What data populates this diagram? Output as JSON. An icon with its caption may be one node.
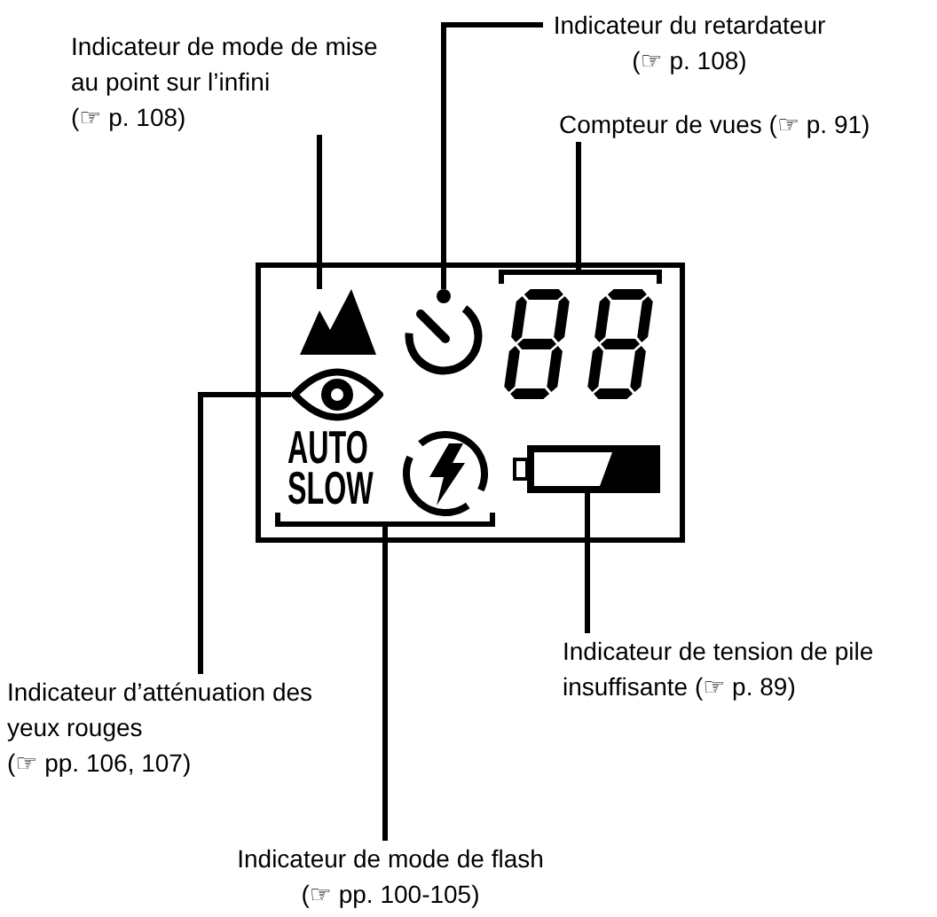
{
  "diagram": {
    "nodes": [
      {
        "text": [
          "Indicateur de mode de mise au point sur l’infini",
          "(☞ p. 108)"
        ]
      },
      {
        "text": [
          "Indicateur du retardateur",
          "(☞ p. 108)"
        ]
      },
      {
        "text": [
          "Compteur de vues (☞ p. 91)"
        ]
      },
      {
        "text": [
          "Indicateur d’atténuation des yeux rouges",
          "(☞ pp. 106, 107)"
        ]
      },
      {
        "text": [
          "Indicateur de tension de pile insuffisante (☞ p. 89)"
        ]
      },
      {
        "text": [
          "Indicateur de mode de flash",
          "(☞ pp. 100-105)"
        ]
      },
      {
        "text": [],
        "shape": "picture"
      },
      {
        "text": [],
        "shape": "picture"
      },
      {
        "text": [],
        "shape": "picture"
      },
      {
        "text": [],
        "shape": "picture"
      },
      {
        "text": [
          "AUTO SLOW"
        ]
      },
      {
        "text": [],
        "shape": "picture"
      }
    ],
    "edges": [
      {
        "from": 0,
        "to": 6,
        "arrow": "none"
      },
      {
        "from": 1,
        "to": 7,
        "arrow": "none"
      },
      {
        "from": 2,
        "to": 8,
        "arrow": "none"
      },
      {
        "from": 3,
        "to": 9,
        "arrow": "none"
      },
      {
        "from": 4,
        "to": 11,
        "arrow": "none"
      },
      {
        "from": 5,
        "to": 10,
        "arrow": "none"
      }
    ]
  }
}
